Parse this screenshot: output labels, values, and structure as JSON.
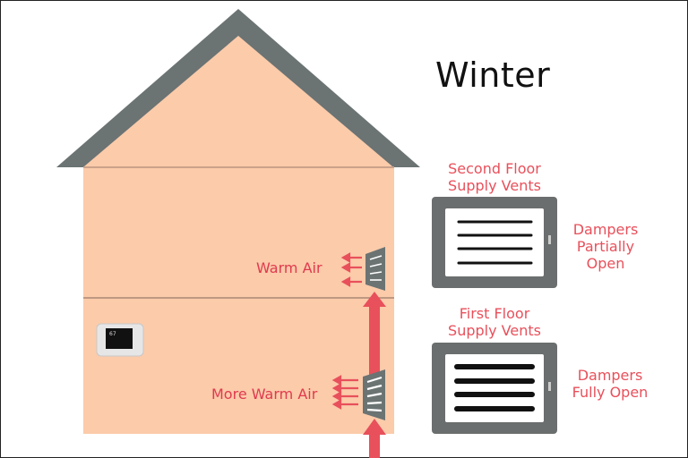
{
  "title": "Winter",
  "colors": {
    "house_fill": "#fbcbaa",
    "roof": "#6b7373",
    "floor_line": "#9b7a6a",
    "accent_red": "#e8505b",
    "vent_frame": "#6b6e6e",
    "vent_grille": "#ffffff",
    "slat": "#111111"
  },
  "house": {
    "thermostat": {
      "display": "67"
    },
    "upper_floor_label": "Warm Air",
    "lower_floor_label": "More Warm Air"
  },
  "vents": [
    {
      "heading_line1": "Second Floor",
      "heading_line2": "Supply Vents",
      "status_line1": "Dampers",
      "status_line2": "Partially",
      "status_line3": "Open"
    },
    {
      "heading_line1": "First Floor",
      "heading_line2": "Supply Vents",
      "status_line1": "Dampers",
      "status_line2": "Fully Open",
      "status_line3": ""
    }
  ]
}
